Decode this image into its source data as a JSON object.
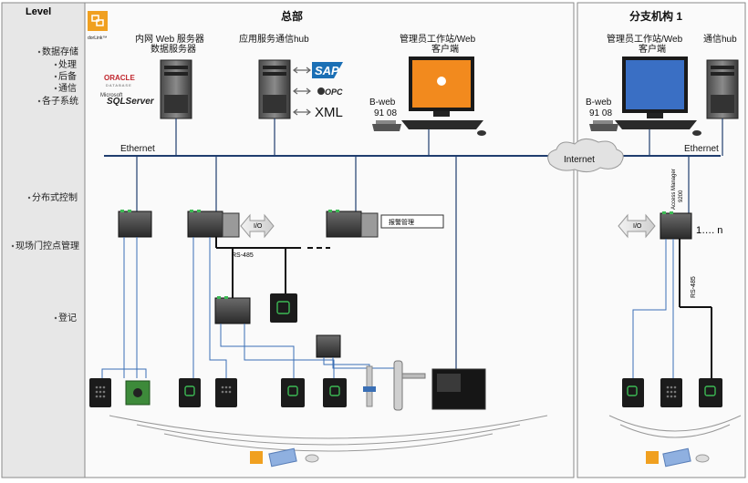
{
  "levels": {
    "title": "Level",
    "items": [
      "数据存储",
      "处理",
      "后备",
      "通信",
      "各子系统",
      "分布式控制",
      "现场门控点管理",
      "登记"
    ]
  },
  "hq": {
    "title": "总部",
    "intranet_server": [
      "内网 Web 服务器",
      "数据服务器"
    ],
    "app_hub": "应用服务通信hub",
    "admin_ws": [
      "管理员工作站/Web",
      "客户端"
    ],
    "bweb": [
      "B-web",
      "91 08"
    ],
    "ethernet": "Ethernet",
    "io": "I/O",
    "alarm": "报警管理",
    "rs485": "RS-485"
  },
  "branch": {
    "title": "分支机构 1",
    "admin_ws": [
      "管理员工作站/Web",
      "客户端"
    ],
    "comm_hub": "通信hub",
    "bweb": [
      "B-web",
      "91 08"
    ],
    "ethernet": "Ethernet",
    "access_manager": [
      "Access Manager",
      "9200"
    ],
    "io": "I/O",
    "count": "1…. n",
    "rs485": "RS-485"
  },
  "internet": "Internet",
  "db_logos": {
    "oracle": "ORACLE",
    "oracle_sub": "DATABASE",
    "ms": "Microsoft",
    "sql": "SQLServer"
  },
  "protocols": {
    "sap": "SAP",
    "opc": "OPC",
    "xml": "XML"
  },
  "logo_text": "dorLink™",
  "colors": {
    "network": "#1f3d6e",
    "reader": "#1b1b1b",
    "led": "#3cba54",
    "frame": "#7a7a7a",
    "logo": "#f0a020"
  }
}
